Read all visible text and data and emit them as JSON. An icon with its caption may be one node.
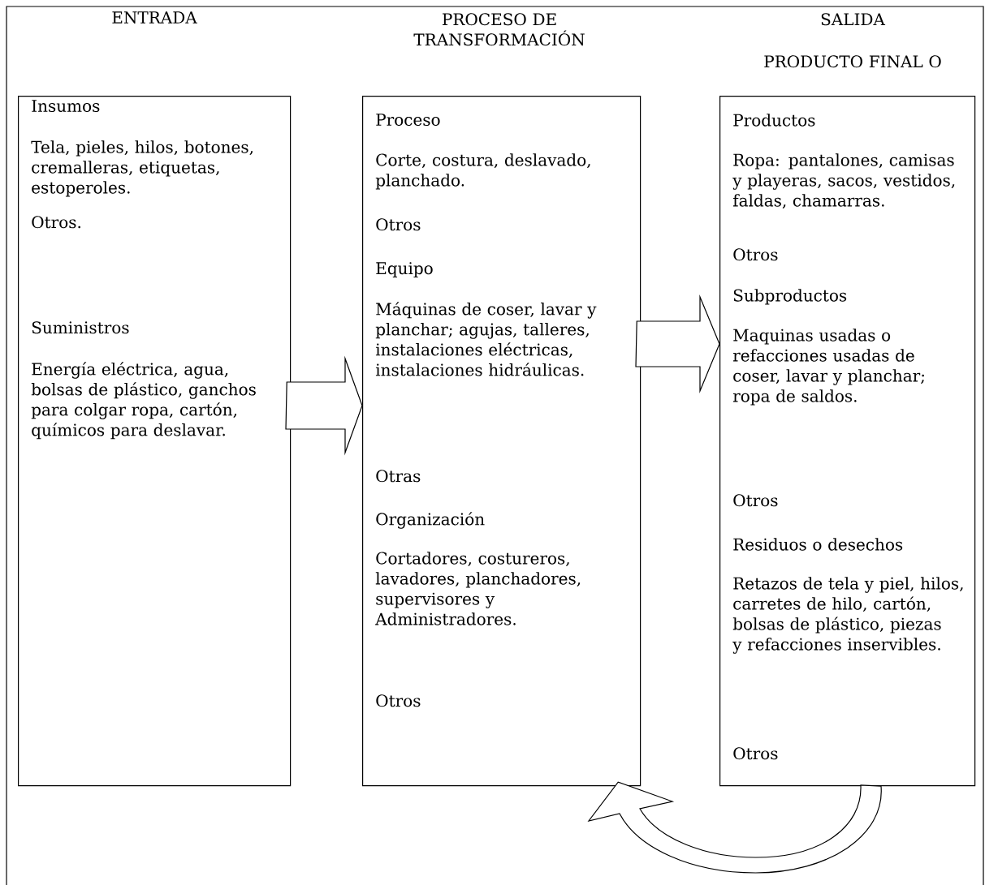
{
  "diagram": {
    "nodes": [
      {
        "text": [
          "ENTRADA",
          "Insumos",
          "Tela, pieles, hilos, botones, cremalleras, etiquetas, estoperoles.",
          "Otros.",
          "Suministros",
          "Energía eléctrica, agua, bolsas de plástico, ganchos para colgar ropa, cartón, químicos para deslavar."
        ]
      },
      {
        "text": [
          "PROCESO DE TRANSFORMACIÓN",
          "Proceso",
          "Corte, costura, deslavado, planchado.",
          "Otros",
          "Equipo",
          "Máquinas de coser, lavar y planchar; agujas, talleres, instalaciones eléctricas, instalaciones hidráulicas.",
          "Otras",
          "Organización",
          "Cortadores, costureros, lavadores, planchadores, supervisores y Administradores.",
          "Otros"
        ]
      },
      {
        "text": [
          "SALIDA",
          "PRODUCTO FINAL O",
          "Productos",
          "Ropa: pantalones, camisas y playeras, sacos, vestidos, faldas, chamarras.",
          "Otros",
          "Subproductos",
          "Maquinas usadas o refacciones usadas de coser, lavar y planchar; ropa de saldos.",
          "Otros",
          "Residuos o desechos",
          "Retazos de tela y piel, hilos, carretes de hilo, cartón, bolsas de plástico, piezas y refacciones inservibles.",
          "Otros"
        ]
      }
    ],
    "edges": [
      {
        "from": 0,
        "to": 1,
        "arrow": "to"
      },
      {
        "from": 1,
        "to": 2,
        "arrow": "to"
      },
      {
        "from": 2,
        "to": 1,
        "arrow": "to"
      }
    ]
  }
}
